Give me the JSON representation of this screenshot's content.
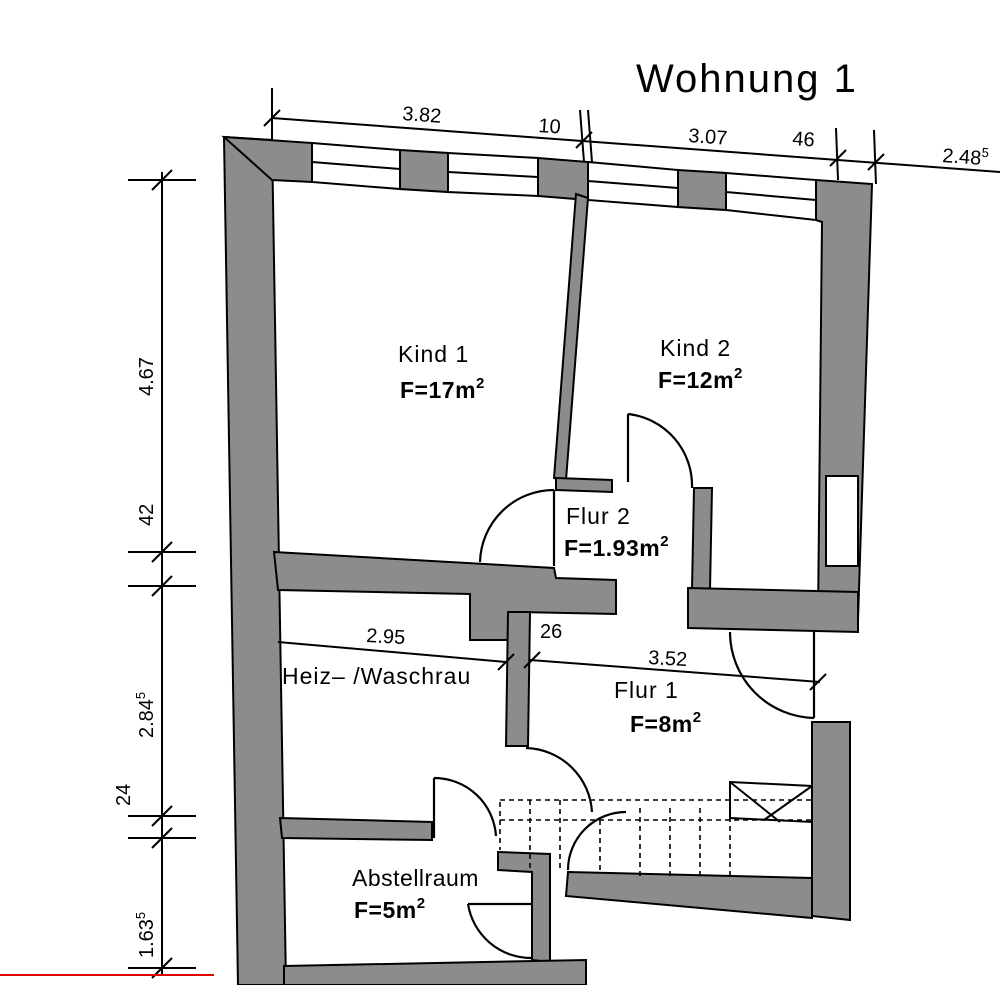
{
  "title": "Wohnung  1",
  "rooms": {
    "kind1": {
      "name": "Kind  1",
      "area": "F=17m",
      "sup": "2"
    },
    "kind2": {
      "name": "Kind  2",
      "area": "F=12m",
      "sup": "2"
    },
    "flur2": {
      "name": "Flur  2",
      "area": "F=1.93m",
      "sup": "2"
    },
    "flur1": {
      "name": "Flur  1",
      "area": "F=8m",
      "sup": "2"
    },
    "heiz": {
      "name": "Heiz– /Waschrau"
    },
    "abstell": {
      "name": "Abstellraum",
      "area": "F=5m",
      "sup": "2"
    }
  },
  "dimensions": {
    "top": {
      "d1": "3.82",
      "d2": "10",
      "d3": "3.07",
      "d4": "46",
      "d5_main": "2.48",
      "d5_sup": "5"
    },
    "left": {
      "d1": "4.67",
      "d2": "42",
      "d3_main": "2.84",
      "d3_sup": "5",
      "d4": "24",
      "d5_main": "1.63",
      "d5_sup": "5"
    },
    "inner": {
      "heiz_width": "2.95",
      "wall": "26",
      "flur_width": "3.52"
    }
  },
  "colors": {
    "wall": "#8c8c8c",
    "line": "#000000",
    "marker": "#e00000"
  }
}
